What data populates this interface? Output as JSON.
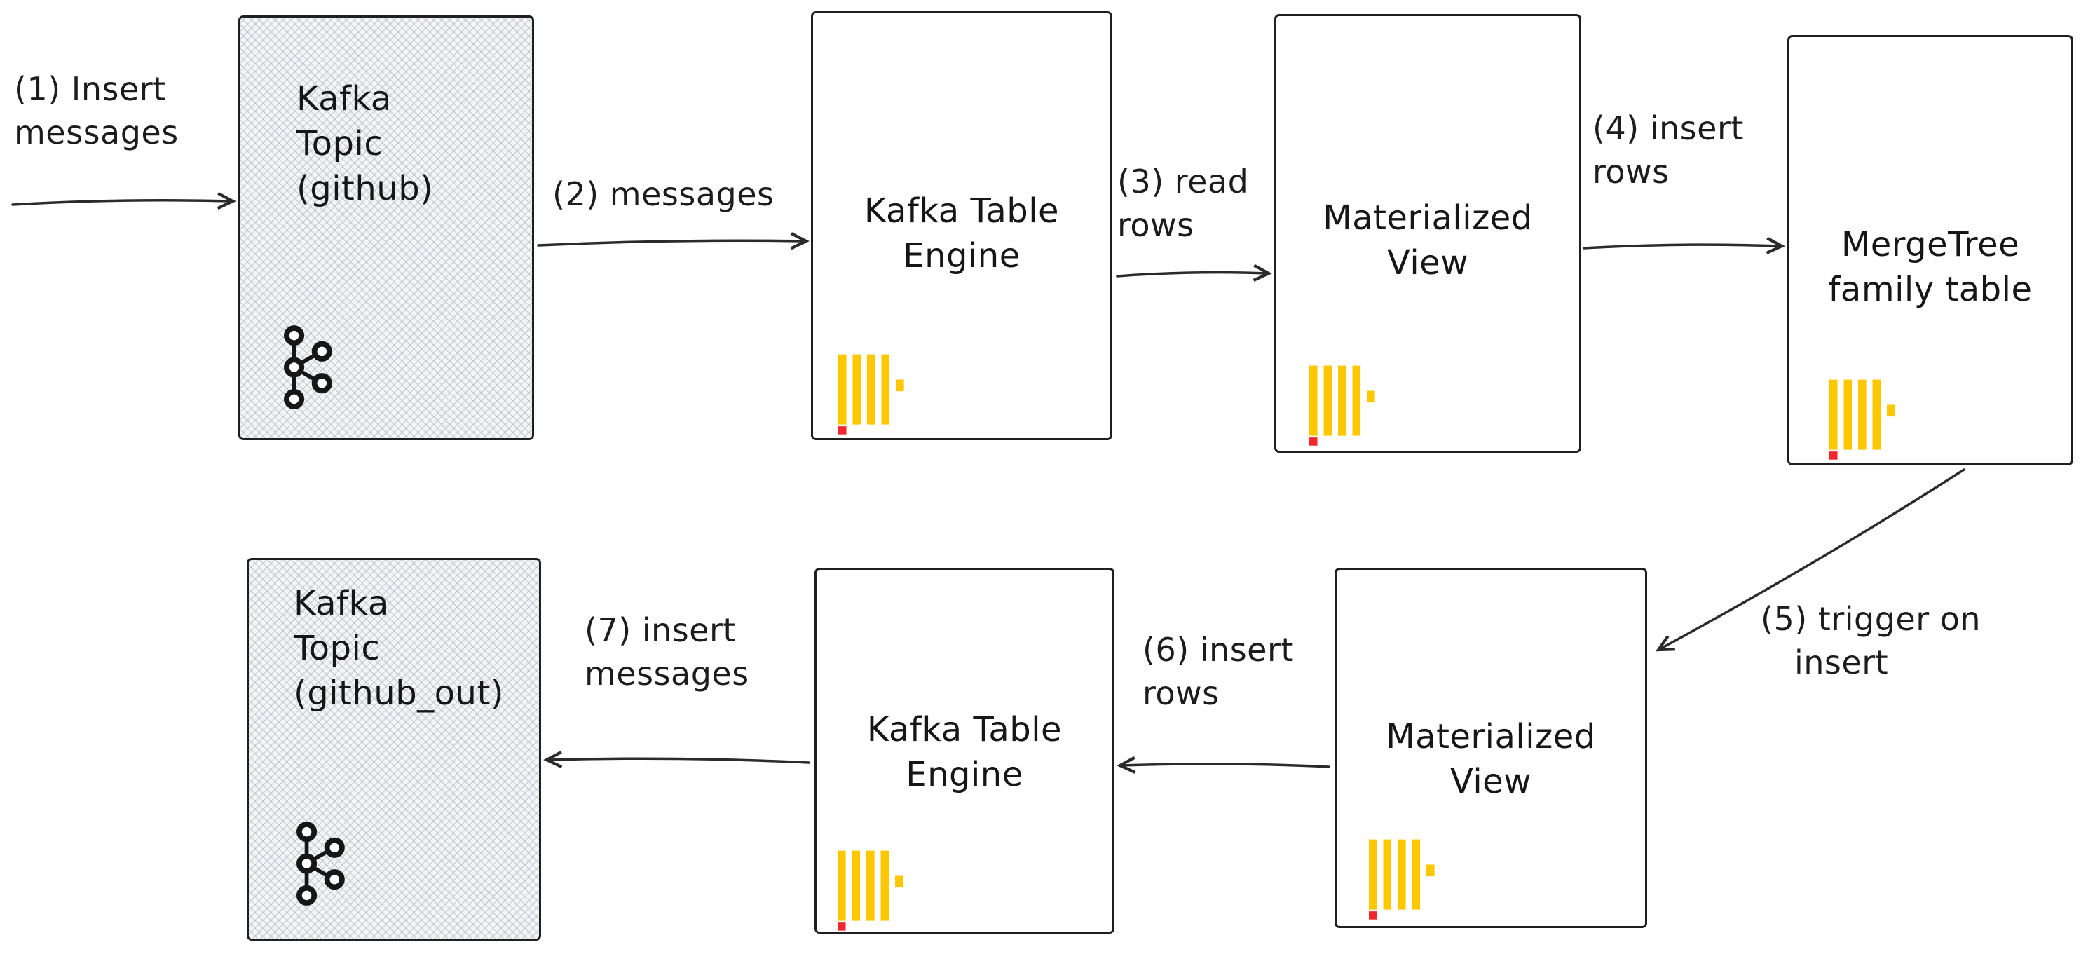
{
  "diagram": {
    "type": "flow-diagram",
    "description": "Kafka topic to ClickHouse Kafka Table Engine pipeline with materialized views"
  },
  "colors": {
    "stroke": "#1f1f1f",
    "arrow": "#2b2b2b",
    "clickhouse_yellow": "#ffc700",
    "clickhouse_red": "#f0282d",
    "kafka_box_fill": "#f4f5f7",
    "hatch_line": "#969eaa",
    "background": "#ffffff"
  },
  "nodes": [
    {
      "id": "kafka-topic-github",
      "title_lines": [
        "Kafka",
        "Topic",
        "(github)"
      ],
      "icon": "kafka-icon",
      "style": "hatched"
    },
    {
      "id": "kafka-table-engine-top",
      "title_lines": [
        "Kafka Table",
        "Engine"
      ],
      "icon": "clickhouse-icon",
      "style": "plain"
    },
    {
      "id": "materialized-view-top",
      "title_lines": [
        "Materialized",
        "View"
      ],
      "icon": "clickhouse-icon",
      "style": "plain"
    },
    {
      "id": "mergetree-family-table",
      "title_lines": [
        "MergeTree",
        "family table"
      ],
      "icon": "clickhouse-icon",
      "style": "plain"
    },
    {
      "id": "kafka-topic-github-out",
      "title_lines": [
        "Kafka",
        "Topic",
        "(github_out)"
      ],
      "icon": "kafka-icon",
      "style": "hatched"
    },
    {
      "id": "kafka-table-engine-bottom",
      "title_lines": [
        "Kafka Table",
        "Engine"
      ],
      "icon": "clickhouse-icon",
      "style": "plain"
    },
    {
      "id": "materialized-view-bottom",
      "title_lines": [
        "Materialized",
        "View"
      ],
      "icon": "clickhouse-icon",
      "style": "plain"
    }
  ],
  "edges": [
    {
      "id": "edge-1",
      "from": "external",
      "to": "kafka-topic-github",
      "label_lines": [
        "(1) Insert",
        "messages"
      ]
    },
    {
      "id": "edge-2",
      "from": "kafka-topic-github",
      "to": "kafka-table-engine-top",
      "label_lines": [
        "(2) messages"
      ]
    },
    {
      "id": "edge-3",
      "from": "kafka-table-engine-top",
      "to": "materialized-view-top",
      "label_lines": [
        "(3) read",
        "rows"
      ]
    },
    {
      "id": "edge-4",
      "from": "materialized-view-top",
      "to": "mergetree-family-table",
      "label_lines": [
        "(4) insert",
        "rows"
      ]
    },
    {
      "id": "edge-5",
      "from": "mergetree-family-table",
      "to": "materialized-view-bottom",
      "label_lines": [
        "(5) trigger on",
        "insert"
      ]
    },
    {
      "id": "edge-6",
      "from": "materialized-view-bottom",
      "to": "kafka-table-engine-bottom",
      "label_lines": [
        "(6) insert",
        "rows"
      ]
    },
    {
      "id": "edge-7",
      "from": "kafka-table-engine-bottom",
      "to": "kafka-topic-github-out",
      "label_lines": [
        "(7) insert",
        "messages"
      ]
    }
  ]
}
